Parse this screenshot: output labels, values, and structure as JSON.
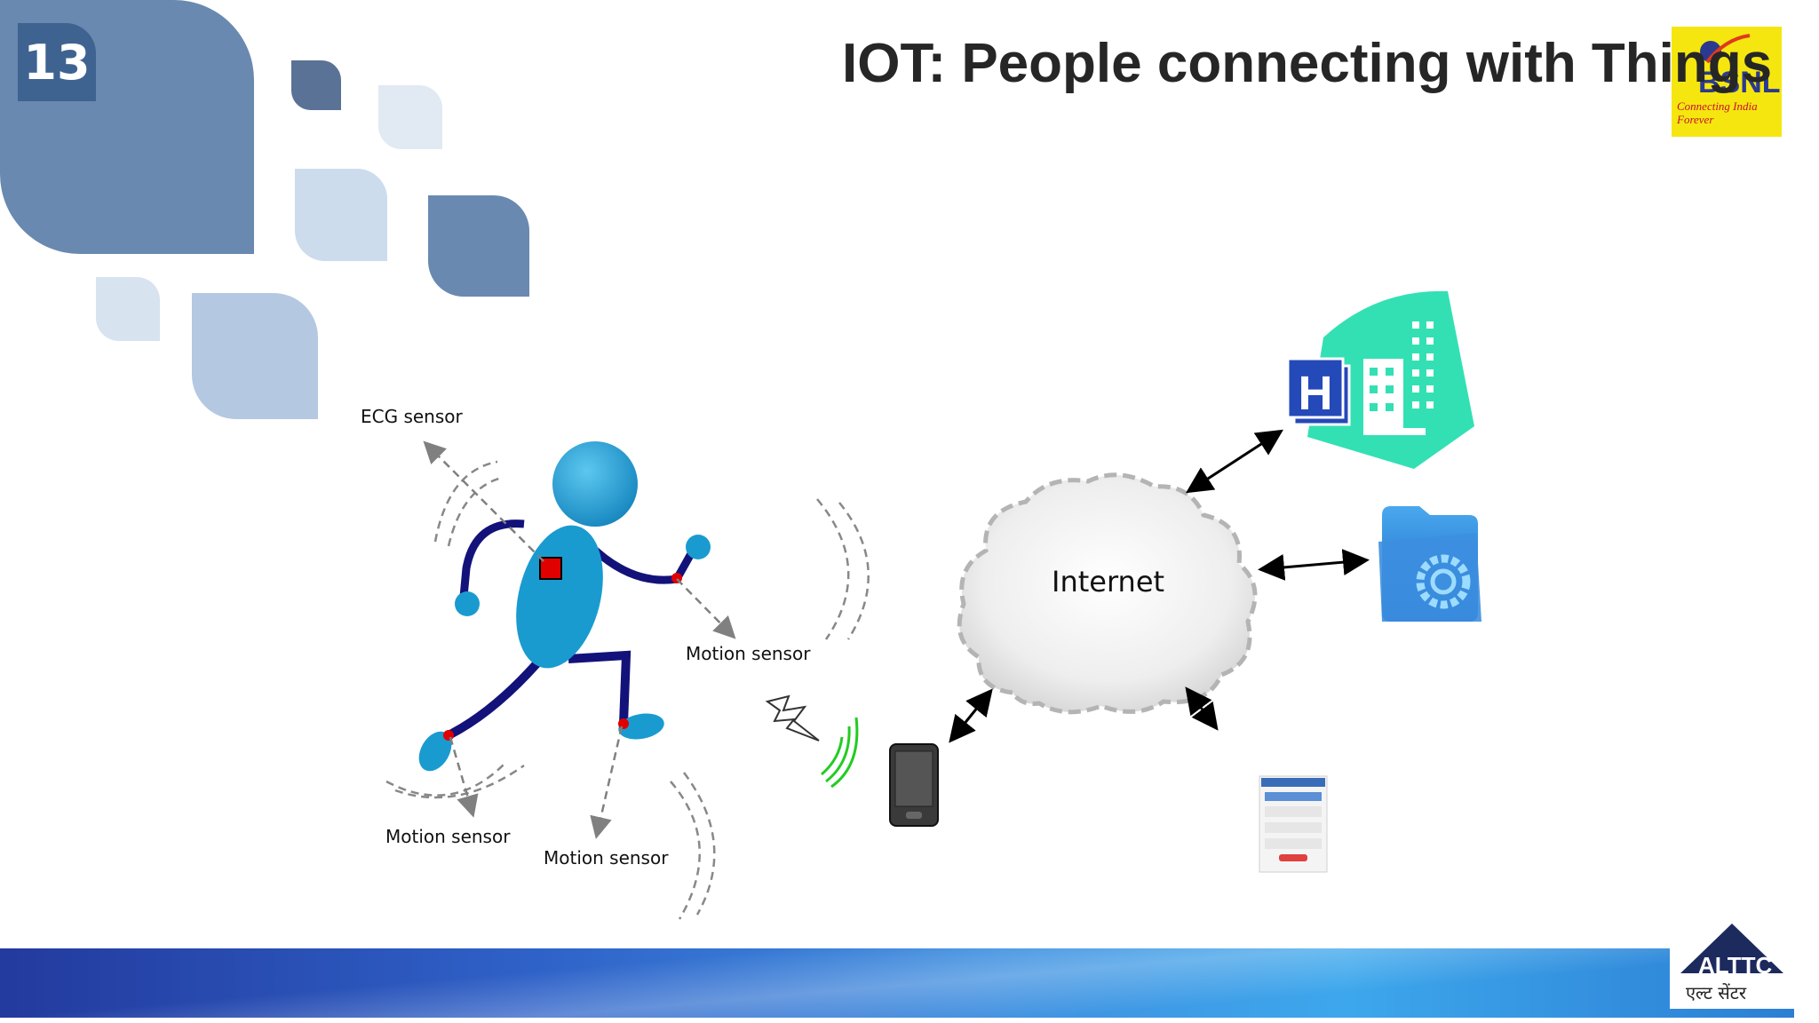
{
  "slide": {
    "number": "13",
    "title": "IOT: People connecting with Things"
  },
  "logos": {
    "bsnl_wordmark": "BSNL",
    "bsnl_tagline": "Connecting India Forever",
    "altc_wordmark": "ALTTC",
    "altc_hindi": "एल्ट सेंटर"
  },
  "diagram": {
    "labels": {
      "ecg": "ECG sensor",
      "motion_wrist": "Motion sensor",
      "motion_left_foot": "Motion sensor",
      "motion_right_foot": "Motion sensor",
      "internet": "Internet"
    },
    "hospital_letter": "H",
    "icons": [
      "runner-figure",
      "lightning-icon",
      "wireless-signal-icon",
      "pda-device-icon",
      "cloud-icon",
      "hospital-icon",
      "settings-folder-icon",
      "phone-app-screen-icon"
    ]
  },
  "colors": {
    "tile_dark": "#3f6391",
    "tile_medium": "#6a89b0",
    "tile_light": "#b4c8e2",
    "tile_pale": "#d8e3f0",
    "runner_body": "#1a9bd0",
    "runner_limbs": "#13127a",
    "ecg_marker": "#e00000",
    "hospital": "#33e0b4",
    "signal": "#22cc22"
  }
}
